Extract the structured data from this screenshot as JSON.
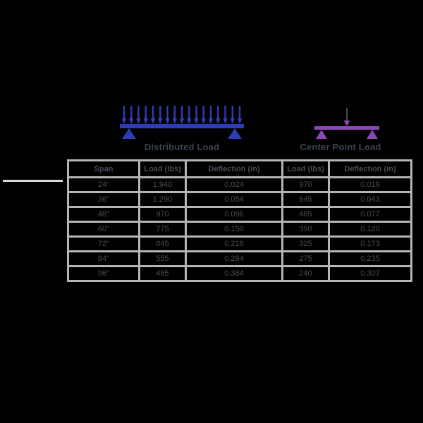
{
  "colors": {
    "background": "#000000",
    "distributed": "#2e3db6",
    "center_point": "#8b48b5",
    "center_stem": "#4a4556",
    "label_text": "#3d4254",
    "table_border": "#b5b5b5",
    "table_text": "#4b4b57",
    "leader_line": "#d8d8d8"
  },
  "labels": {
    "distributed": "Distributed Load",
    "center_point": "Center Point Load"
  },
  "table": {
    "headers": [
      "Span",
      "Load (lbs)",
      "Deflection (in)",
      "Load (lbs)",
      "Deflection (in)"
    ],
    "rows": [
      [
        "24\"",
        "1,940",
        "0.024",
        "970",
        "0.019"
      ],
      [
        "36\"",
        "1,290",
        "0.054",
        "645",
        "0.043"
      ],
      [
        "48\"",
        "970",
        "0.096",
        "485",
        "0.077"
      ],
      [
        "60\"",
        "775",
        "0.150",
        "390",
        "0.120"
      ],
      [
        "72\"",
        "645",
        "0.216",
        "325",
        "0.173"
      ],
      [
        "84\"",
        "555",
        "0.294",
        "275",
        "0.235"
      ],
      [
        "96\"",
        "485",
        "0.384",
        "240",
        "0.307"
      ]
    ]
  }
}
